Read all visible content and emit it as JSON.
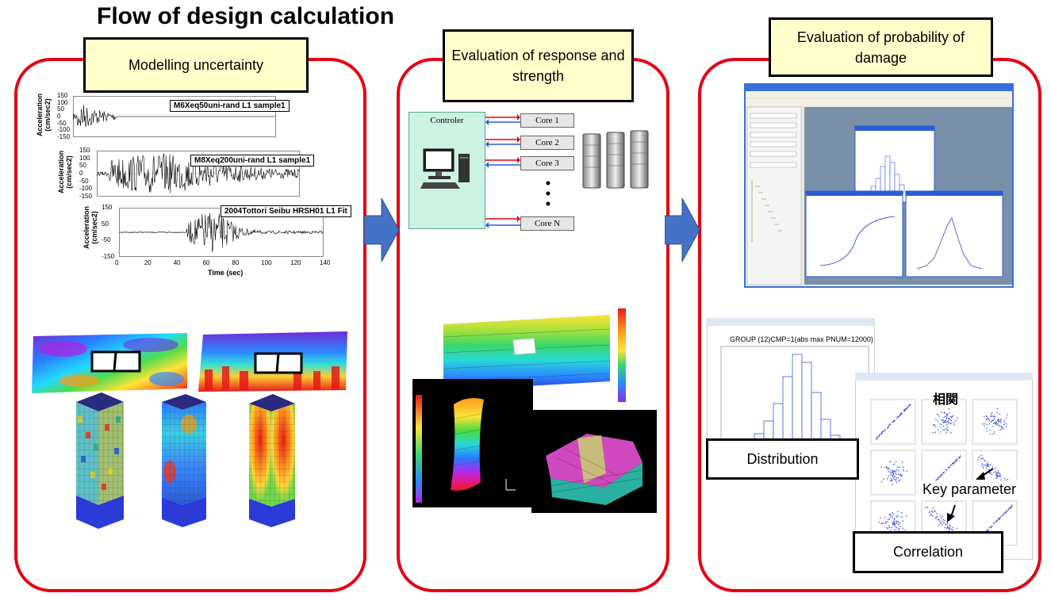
{
  "title": "Flow of design calculation",
  "panels": {
    "modelling": "Modelling uncertainty",
    "response": "Evaluation of response and strength",
    "probability": "Evaluation of probability of damage"
  },
  "waves": [
    {
      "tag": "M6Xeq50uni-rand L1 sample1",
      "yticks": [
        "150",
        "100",
        "50",
        "0",
        "-50",
        "-100",
        "-150"
      ]
    },
    {
      "tag": "M8Xeq200uni-rand L1 sample1",
      "yticks": [
        "150",
        "100",
        "50",
        "0",
        "-50",
        "-100",
        "-150"
      ]
    },
    {
      "tag": "2004Tottori Seibu HRSH01 L1 Fit",
      "yticks": [
        "150",
        "50",
        "-50",
        "-150"
      ]
    }
  ],
  "wave_ylabel_line1": "Acceleration",
  "wave_ylabel_line2": "(cm/sec2)",
  "wave_xticks": [
    "0",
    "20",
    "40",
    "60",
    "80",
    "100",
    "120",
    "140"
  ],
  "wave_xlabel": "Time (sec)",
  "controller_label": "Controler",
  "cores": [
    "Core  1",
    "Core  2",
    "Core  3",
    "Core  N"
  ],
  "distribution_label": "Distribution",
  "correlation_label": "Correlation",
  "key_parameter_label": "Key parameter",
  "dist_window_title": "GROUP  (12)CMP=1(abs max PNUM=12000)",
  "corr_window_title": "相関",
  "colors": {
    "panel_border": "#e60012",
    "label_fill": "#ffffcc",
    "arrow": "#4472c4"
  }
}
